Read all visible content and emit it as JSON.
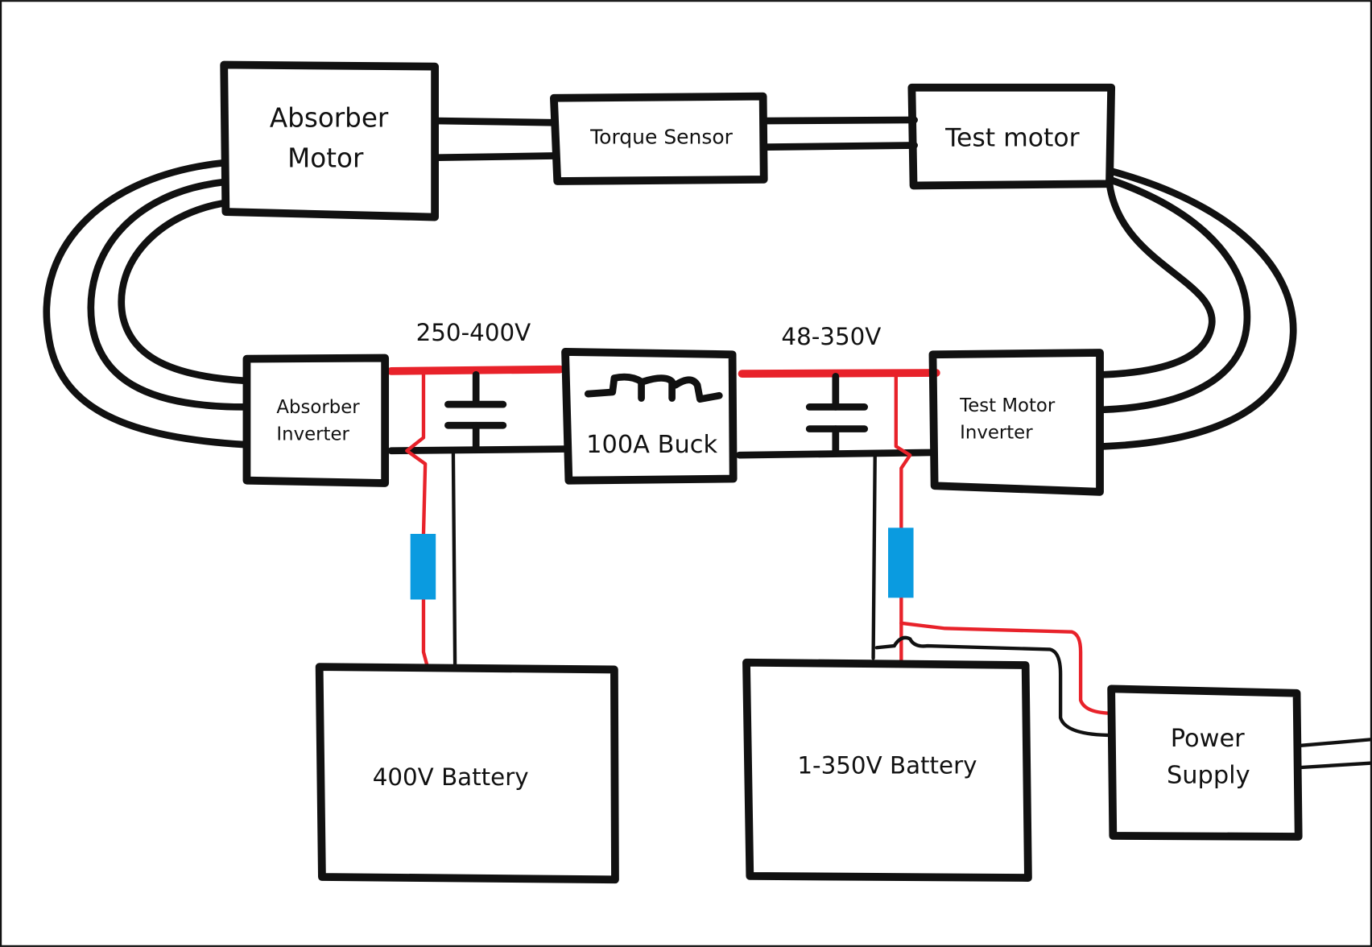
{
  "diagram": {
    "blocks": {
      "absorber_motor": [
        "Absorber",
        "Motor"
      ],
      "torque_sensor": "Torque Sensor",
      "test_motor": "Test motor",
      "absorber_inverter": [
        "Absorber",
        "Inverter"
      ],
      "buck": "100A Buck",
      "test_motor_inverter": [
        "Test Motor",
        "Inverter"
      ],
      "battery_400": "400V Battery",
      "battery_1_350": "1-350V Battery",
      "power_supply": [
        "Power",
        "Supply"
      ]
    },
    "labels": {
      "high_bus": "250-400V",
      "low_bus": "48-350V"
    },
    "colors": {
      "positive_wire": "#e8222a",
      "negative_wire": "#111111",
      "fuse": "#0a9be0"
    }
  }
}
